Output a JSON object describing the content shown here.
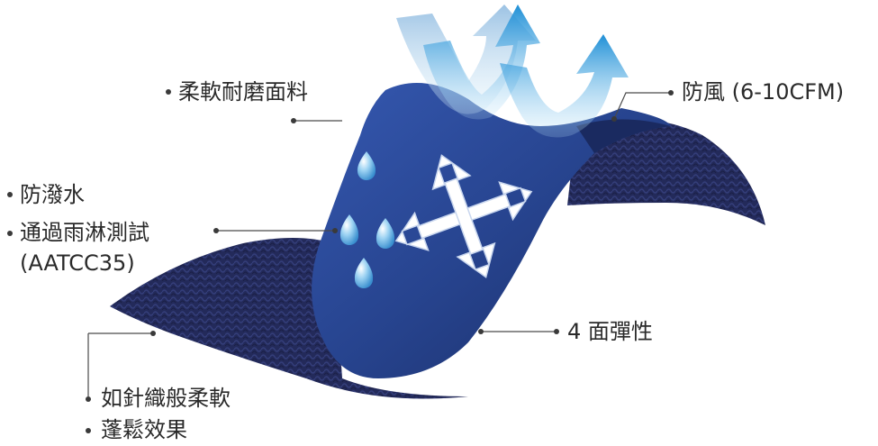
{
  "labels": {
    "soft_fabric": "柔軟耐磨面料",
    "windproof": "防風 (6-10CFM)",
    "water_repellent_1": "防潑水",
    "water_repellent_2": "通過雨淋測試",
    "water_repellent_3": "(AATCC35)",
    "stretch": "4 面彈性",
    "fleece_1": "如針織般柔軟",
    "fleece_2": "蓬鬆效果"
  },
  "colors": {
    "shell_dark": "#1c2f6e",
    "shell_mid": "#2a4a9a",
    "shell_light": "#3f66c2",
    "fleece": "#232a5a",
    "arrow_blue": "#1e8fd6",
    "drop": "#5fb6ea",
    "leader": "#4a4a4a"
  }
}
